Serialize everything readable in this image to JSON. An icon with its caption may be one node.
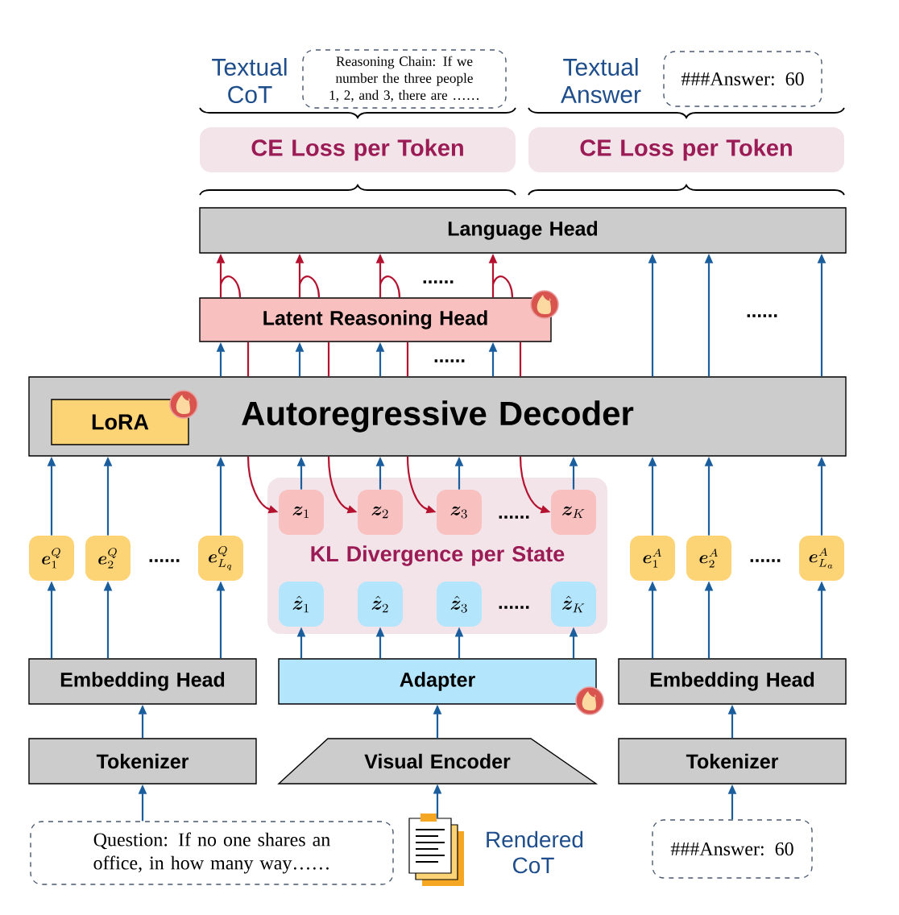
{
  "diagram": {
    "nodes": [
      {
        "text": [
          "Reasoning Chain: If we number the three people 1, 2, and 3, there are ……"
        ]
      },
      {
        "text": [
          "###Answer: 60"
        ]
      },
      {
        "text": [
          "CE Loss per Token"
        ]
      },
      {
        "text": [
          "CE Loss per Token"
        ]
      },
      {
        "text": [
          "Language Head"
        ]
      },
      {
        "text": [
          "Latent Reasoning Head"
        ]
      },
      {
        "text": [
          "Autoregressive Decoder"
        ]
      },
      {
        "text": [
          "LoRA"
        ],
        "in": 6
      },
      {
        "text": [
          "KL Divergence per State"
        ]
      },
      {
        "text": [
          "\\bm{z}_1"
        ],
        "in": 8
      },
      {
        "text": [
          "\\bm{z}_2"
        ],
        "in": 8
      },
      {
        "text": [
          "\\bm{z}_3"
        ],
        "in": 8
      },
      {
        "text": [
          "\\bm{z}_K"
        ],
        "in": 8
      },
      {
        "text": [
          "\\hat{\\bm{z}}_1"
        ],
        "in": 8
      },
      {
        "text": [
          "\\hat{\\bm{z}}_2"
        ],
        "in": 8
      },
      {
        "text": [
          "\\hat{\\bm{z}}_3"
        ],
        "in": 8
      },
      {
        "text": [
          "\\hat{\\bm{z}}_K"
        ],
        "in": 8
      },
      {
        "text": [
          "\\bm{e}^Q_1"
        ]
      },
      {
        "text": [
          "\\bm{e}^Q_2"
        ]
      },
      {
        "text": [
          "\\bm{e}^Q_{L_q}"
        ]
      },
      {
        "text": [
          "\\bm{e}^A_1"
        ]
      },
      {
        "text": [
          "\\bm{e}^A_2"
        ]
      },
      {
        "text": [
          "\\bm{e}^A_{L_a}"
        ]
      },
      {
        "text": [
          "Embedding Head"
        ]
      },
      {
        "text": [
          "Adapter"
        ]
      },
      {
        "text": [
          "Embedding Head"
        ]
      },
      {
        "text": [
          "Tokenizer"
        ]
      },
      {
        "text": [
          "Visual Encoder"
        ]
      },
      {
        "text": [
          "Tokenizer"
        ]
      },
      {
        "text": [
          "Question: If no one shares an office, in how many way……"
        ]
      },
      {
        "text": [],
        "shape": "document",
        "beside": [
          "Rendered CoT"
        ]
      },
      {
        "text": [
          "###Answer: 60"
        ]
      }
    ],
    "edges": [
      {
        "from": 29,
        "to": 26,
        "arrow": "to"
      },
      {
        "from": 26,
        "to": 23,
        "arrow": "to"
      },
      {
        "from": 23,
        "to": 17,
        "arrow": "to"
      },
      {
        "from": 23,
        "to": 18,
        "arrow": "to"
      },
      {
        "from": 23,
        "to": 19,
        "arrow": "to"
      },
      {
        "from": 17,
        "to": 6,
        "arrow": "to"
      },
      {
        "from": 18,
        "to": 6,
        "arrow": "to"
      },
      {
        "from": 19,
        "to": 6,
        "arrow": "to"
      },
      {
        "from": 31,
        "to": 28,
        "arrow": "to"
      },
      {
        "from": 28,
        "to": 25,
        "arrow": "to"
      },
      {
        "from": 25,
        "to": 20,
        "arrow": "to"
      },
      {
        "from": 25,
        "to": 21,
        "arrow": "to"
      },
      {
        "from": 25,
        "to": 22,
        "arrow": "to"
      },
      {
        "from": 20,
        "to": 6,
        "arrow": "to"
      },
      {
        "from": 21,
        "to": 6,
        "arrow": "to"
      },
      {
        "from": 22,
        "to": 6,
        "arrow": "to"
      },
      {
        "from": 6,
        "to": 4,
        "arrow": "to"
      },
      {
        "from": 6,
        "to": 4,
        "arrow": "to"
      },
      {
        "from": 6,
        "to": 4,
        "arrow": "to"
      },
      {
        "from": 6,
        "to": 5,
        "arrow": "to"
      },
      {
        "from": 6,
        "to": 5,
        "arrow": "to"
      },
      {
        "from": 6,
        "to": 5,
        "arrow": "to"
      },
      {
        "from": 6,
        "to": 5,
        "arrow": "to"
      },
      {
        "from": 5,
        "to": 4,
        "arrow": "to",
        "color": "#b5122f"
      },
      {
        "from": 5,
        "to": 4,
        "arrow": "to",
        "color": "#b5122f"
      },
      {
        "from": 5,
        "to": 4,
        "arrow": "to",
        "color": "#b5122f"
      },
      {
        "from": 5,
        "to": 4,
        "arrow": "to",
        "color": "#b5122f"
      },
      {
        "from": 5,
        "to": 6,
        "arrow": "none",
        "color": "#b5122f"
      },
      {
        "from": 5,
        "to": 6,
        "arrow": "none",
        "color": "#b5122f"
      },
      {
        "from": 5,
        "to": 6,
        "arrow": "none",
        "color": "#b5122f"
      },
      {
        "from": 5,
        "to": 6,
        "arrow": "none",
        "color": "#b5122f"
      },
      {
        "from": 6,
        "to": 9,
        "arrow": "to",
        "color": "#b5122f"
      },
      {
        "from": 6,
        "to": 10,
        "arrow": "to",
        "color": "#b5122f"
      },
      {
        "from": 6,
        "to": 11,
        "arrow": "to",
        "color": "#b5122f"
      },
      {
        "from": 6,
        "to": 12,
        "arrow": "to",
        "color": "#b5122f"
      },
      {
        "from": 9,
        "to": 6,
        "arrow": "to"
      },
      {
        "from": 10,
        "to": 6,
        "arrow": "to"
      },
      {
        "from": 11,
        "to": 6,
        "arrow": "to"
      },
      {
        "from": 12,
        "to": 6,
        "arrow": "to"
      },
      {
        "from": 24,
        "to": 13,
        "arrow": "to"
      },
      {
        "from": 24,
        "to": 14,
        "arrow": "to"
      },
      {
        "from": 24,
        "to": 15,
        "arrow": "to"
      },
      {
        "from": 24,
        "to": 16,
        "arrow": "to"
      },
      {
        "from": 27,
        "to": 24,
        "arrow": "to"
      },
      {
        "from": 30,
        "to": 27,
        "arrow": "to"
      }
    ],
    "labels": [
      "Textual CoT",
      "Textual Answer",
      "......",
      "......",
      "......",
      "......",
      "......",
      "......",
      "......"
    ]
  }
}
